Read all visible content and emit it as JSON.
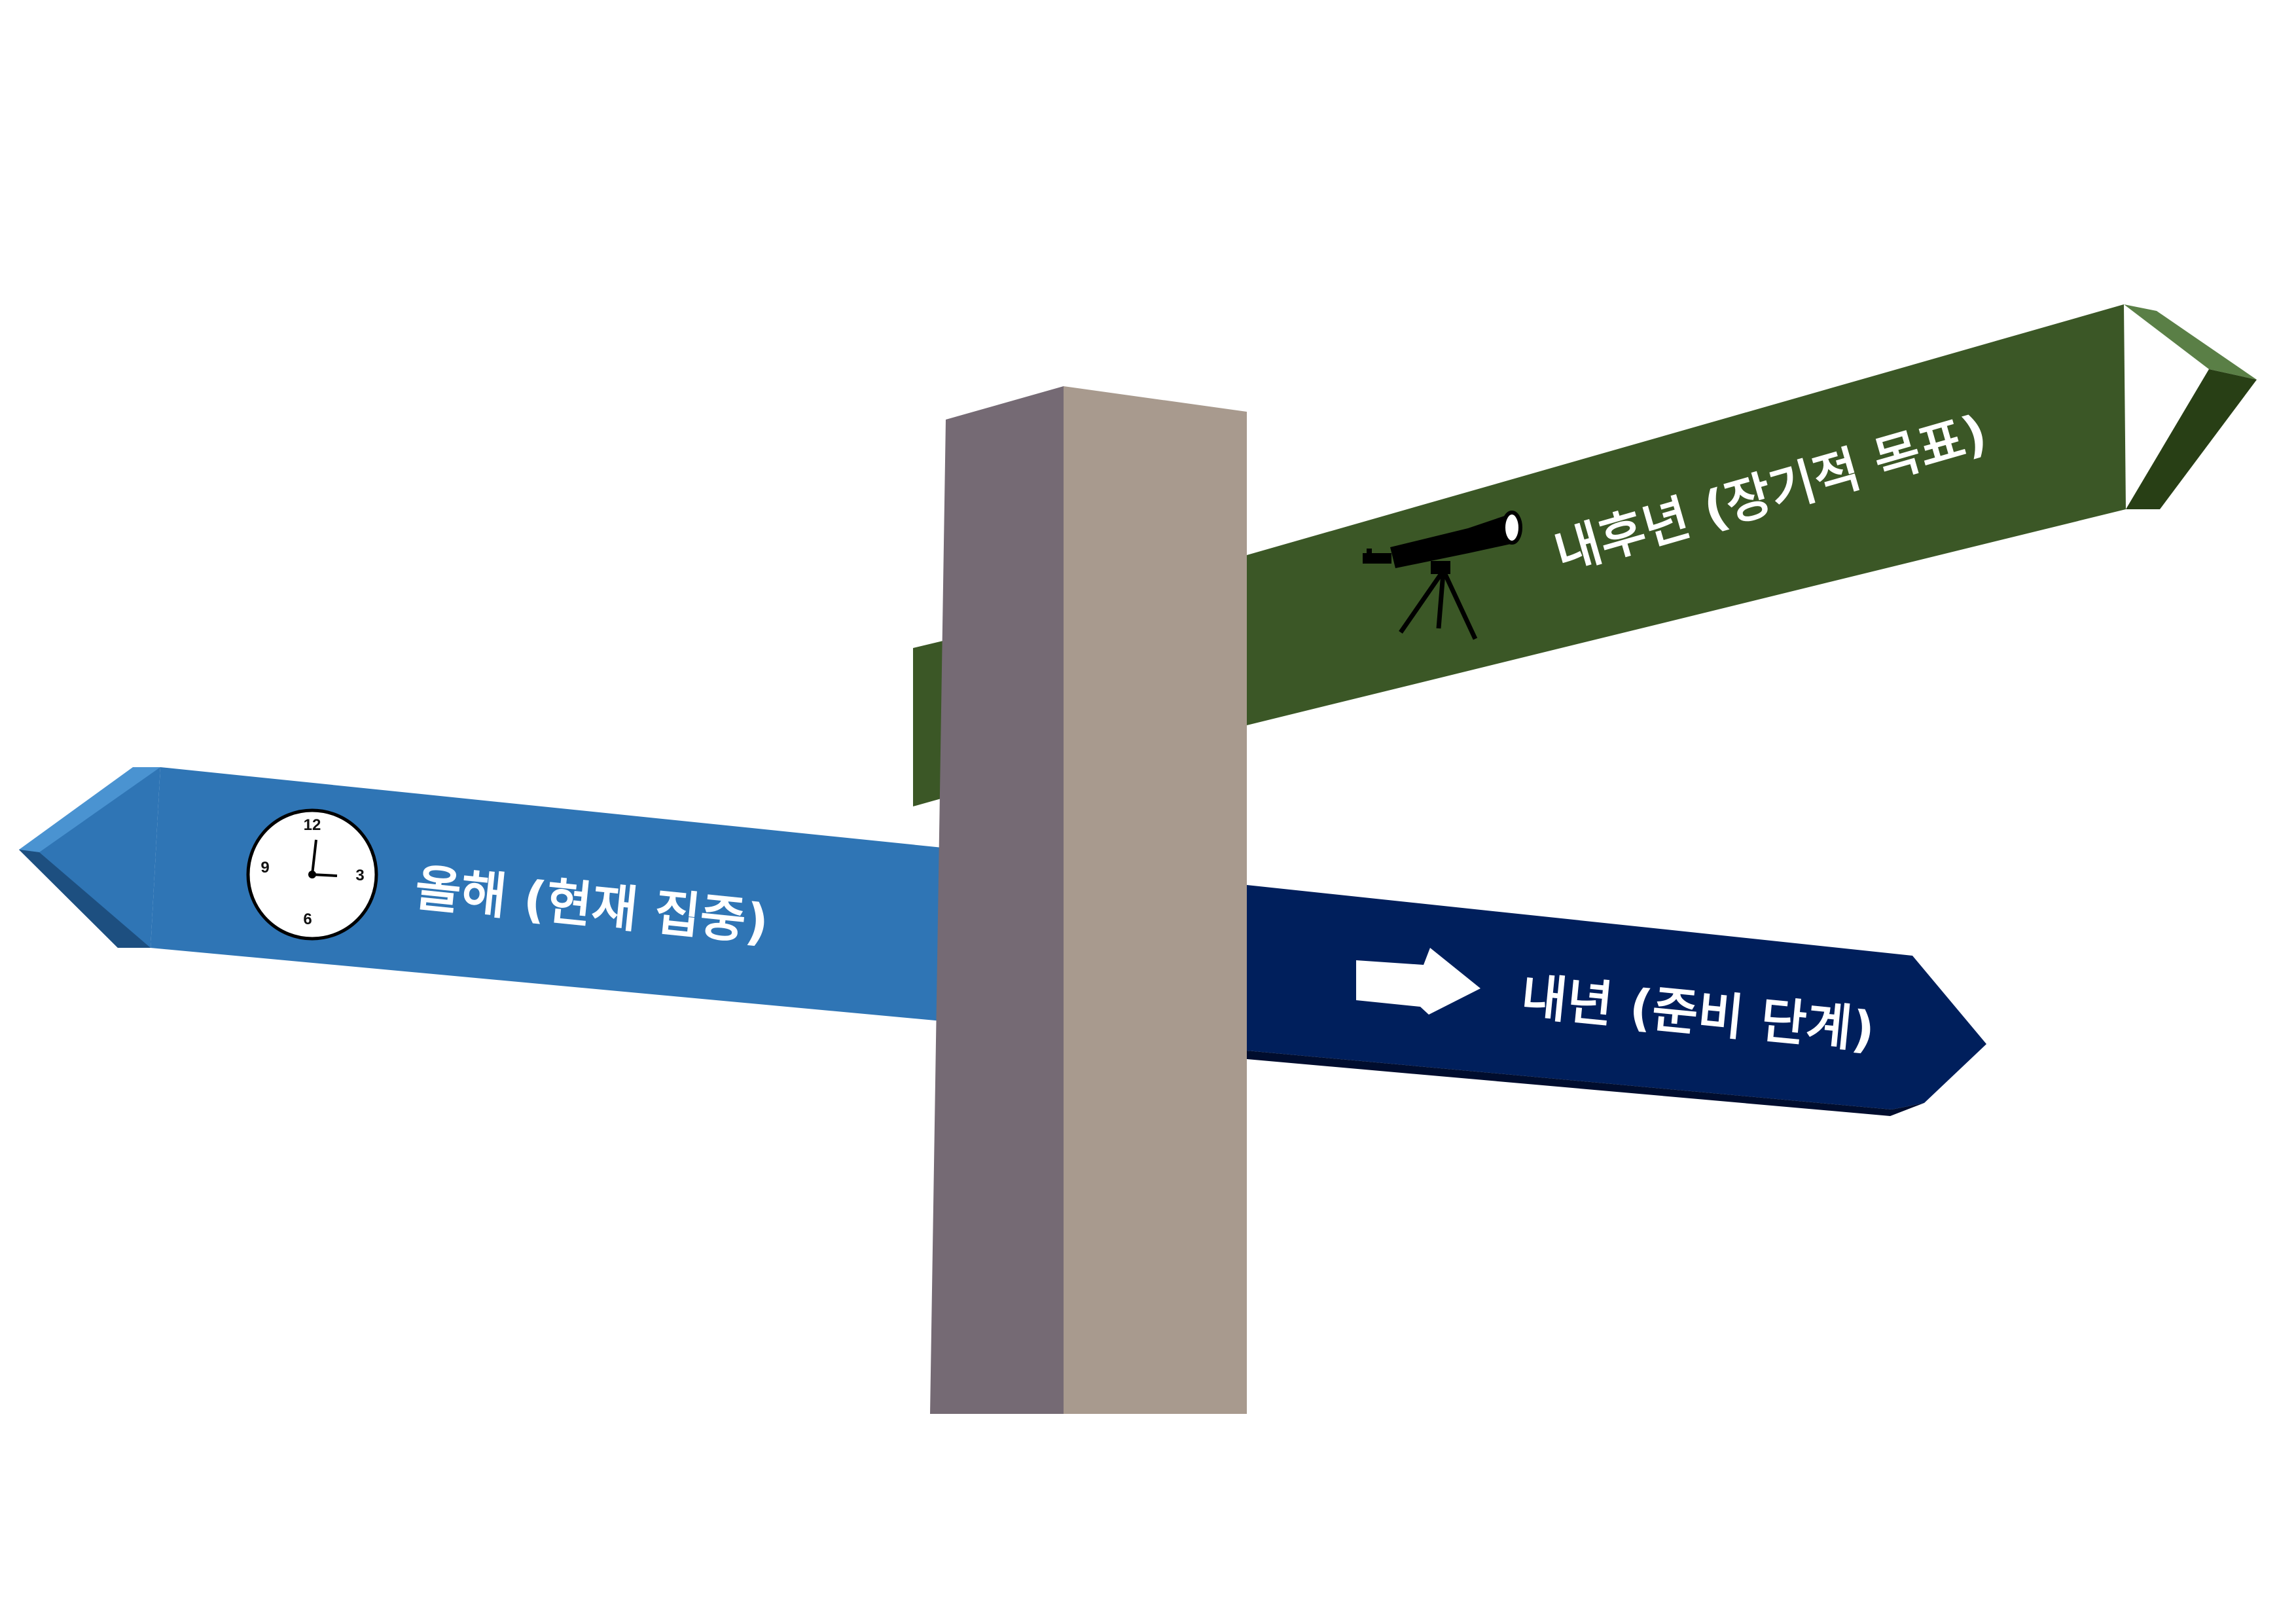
{
  "signs": {
    "top": {
      "label": "내후년 (장기적 목표)",
      "icon": "telescope-icon",
      "color": "#3b5726",
      "color_light": "#5a7f46",
      "color_dark": "#283f15"
    },
    "left": {
      "label": "올해 (현재 집중)",
      "icon": "clock-icon",
      "color": "#2f75b5",
      "color_light": "#4a93d1",
      "color_dark": "#1d4f80"
    },
    "right": {
      "label": "내년 (준비 단계)",
      "icon": "arrow-right-icon",
      "color": "#001f5c",
      "color_dark": "#000d2e"
    }
  },
  "clock": {
    "numbers": [
      "12",
      "3",
      "6",
      "9"
    ]
  },
  "post": {
    "color_left": "#756a74",
    "color_right": "#a89a8e"
  }
}
